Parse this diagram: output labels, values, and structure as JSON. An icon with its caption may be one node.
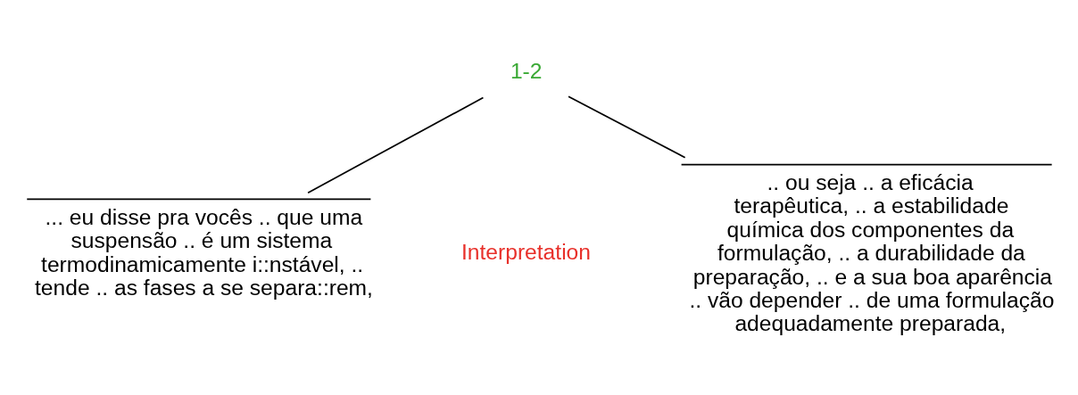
{
  "diagram": {
    "nodes": [
      {
        "text": [
          "1-2"
        ]
      },
      {
        "text": [
          "... eu disse pra vocês .. que uma suspensão .. é um sistema termodinamicamente i::nstável, .. tende .. as fases a se separa::rem,"
        ]
      },
      {
        "text": [
          ".. ou seja .. a eficácia terapêutica, .. a estabilidade química dos componentes da formulação, .. a durabilidade da preparação, .. e a sua boa aparência .. vão depender .. de uma formulação adequadamente preparada,"
        ]
      }
    ],
    "edges": [
      {
        "from": 0,
        "to": 1,
        "arrow": "none"
      },
      {
        "from": 0,
        "to": 2,
        "arrow": "none"
      }
    ],
    "labels": [
      "Interpretation"
    ]
  }
}
